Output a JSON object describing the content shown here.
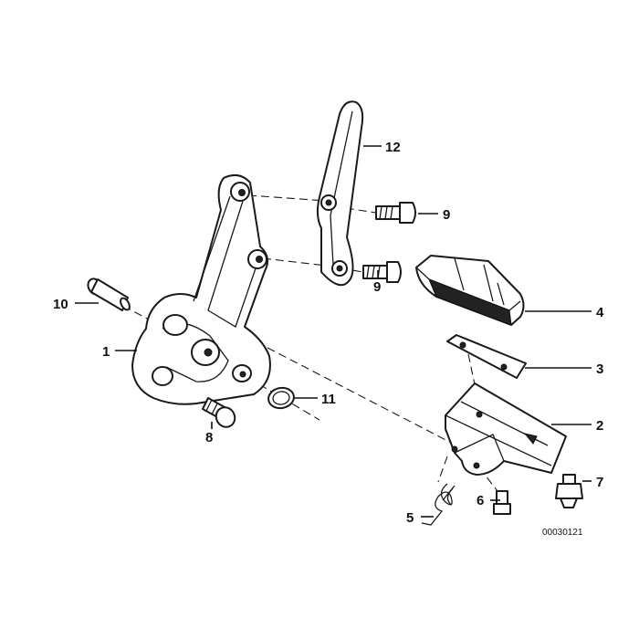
{
  "callouts": {
    "c1": "1",
    "c2": "2",
    "c3": "3",
    "c4": "4",
    "c5": "5",
    "c6": "6",
    "c7": "7",
    "c8": "8",
    "c9a": "9",
    "c9b": "9",
    "c10": "10",
    "c11": "11",
    "c12": "12"
  },
  "document_number": "00030121"
}
